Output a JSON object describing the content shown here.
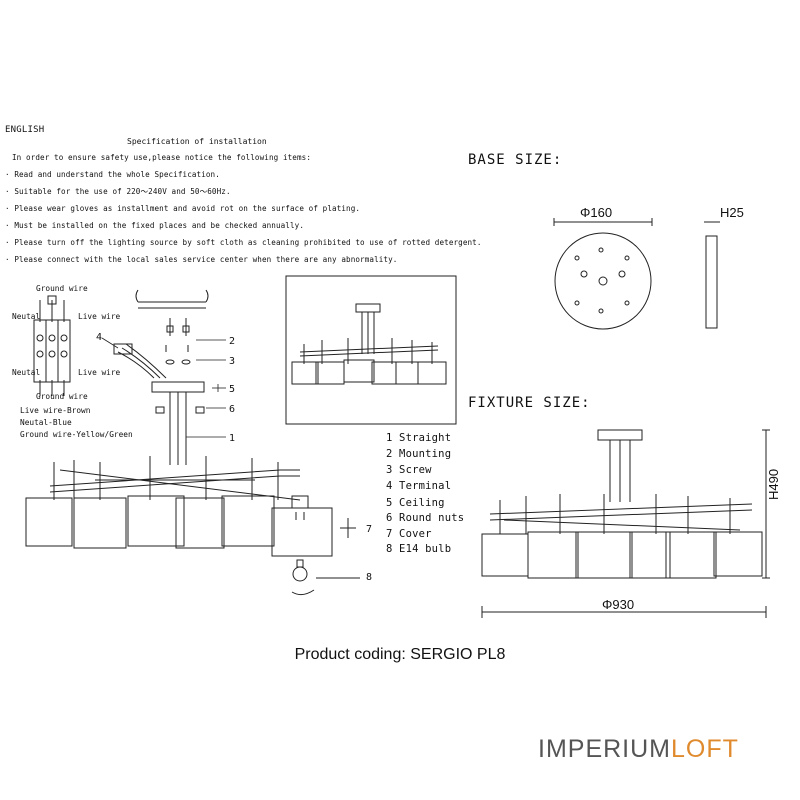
{
  "header": {
    "language": "ENGLISH",
    "spec_title": "Specification of installation",
    "lines": [
      "In order to ensure safety use,please notice the following items:",
      "·  Read and understand the whole Specification.",
      "·  Suitable for the use of 220～240V and 50～60Hz.",
      "·  Please wear gloves as installment and avoid rot on the surface of plating.",
      "·  Must be installed on the fixed places and be checked annually.",
      "·  Please turn off the lighting source by soft cloth as cleaning prohibited to use of rotted detergent.",
      "·  Please connect with the local sales service center when there are any abnormality."
    ]
  },
  "wiring": {
    "ground_top": "Ground wire",
    "neutal_top": "Neutal",
    "live_top": "Live wire",
    "neutal_bottom": "Neutal",
    "live_bottom": "Live wire",
    "ground_bottom": "Ground wire",
    "color_live": "Live wire-Brown",
    "color_neutral": "Neutal-Blue",
    "color_ground": "Ground wire-Yellow/Green"
  },
  "callouts": [
    "1",
    "2",
    "3",
    "4",
    "5",
    "6",
    "7",
    "8"
  ],
  "legend": [
    "1 Straight",
    "2 Mounting",
    "3 Screw",
    "4 Terminal",
    "5 Ceiling",
    "6 Round nuts",
    "7 Cover",
    "8 E14 bulb"
  ],
  "base_size": {
    "heading": "BASE SIZE:",
    "diameter": "Φ160",
    "height": "H25"
  },
  "fixture_size": {
    "heading": "FIXTURE SIZE:",
    "height": "H490",
    "width": "Φ930"
  },
  "product_coding": "Product coding: SERGIO PL8",
  "brand": {
    "part1": "IMPERIUM",
    "part2": "LOFT",
    "color1": "#555555",
    "color2": "#e08a2e"
  }
}
